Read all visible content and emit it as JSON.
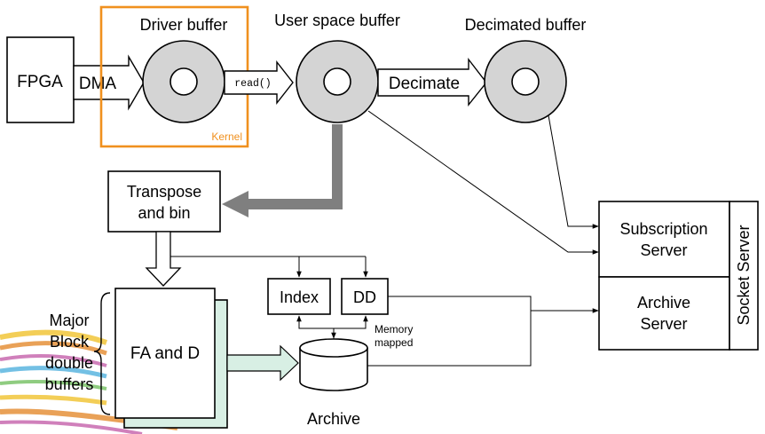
{
  "fpga": "FPGA",
  "dma": "DMA",
  "driver_buffer": "Driver buffer",
  "kernel": "Kernel",
  "read_call": "read()",
  "user_space_buffer": "User space buffer",
  "decimate": "Decimate",
  "decimated_buffer": "Decimated buffer",
  "transpose_and_bin": [
    "Transpose",
    "and bin"
  ],
  "index": "Index",
  "dd": "DD",
  "memory_mapped": [
    "Memory",
    "mapped"
  ],
  "major_block_double_buffers": [
    "Major",
    "Block",
    "double",
    "buffers"
  ],
  "fa_and_d": "FA and D",
  "archive": "Archive",
  "subscription_server": [
    "Subscription",
    "Server"
  ],
  "archive_server": [
    "Archive",
    "Server"
  ],
  "socket_server": "Socket Server",
  "colors": {
    "kernel_orange": "#f0901e",
    "ring_gray": "#d4d4d4",
    "thick_arrow_gray": "#7f7f7f",
    "archive_arrow_fill": "#d8efe4"
  }
}
